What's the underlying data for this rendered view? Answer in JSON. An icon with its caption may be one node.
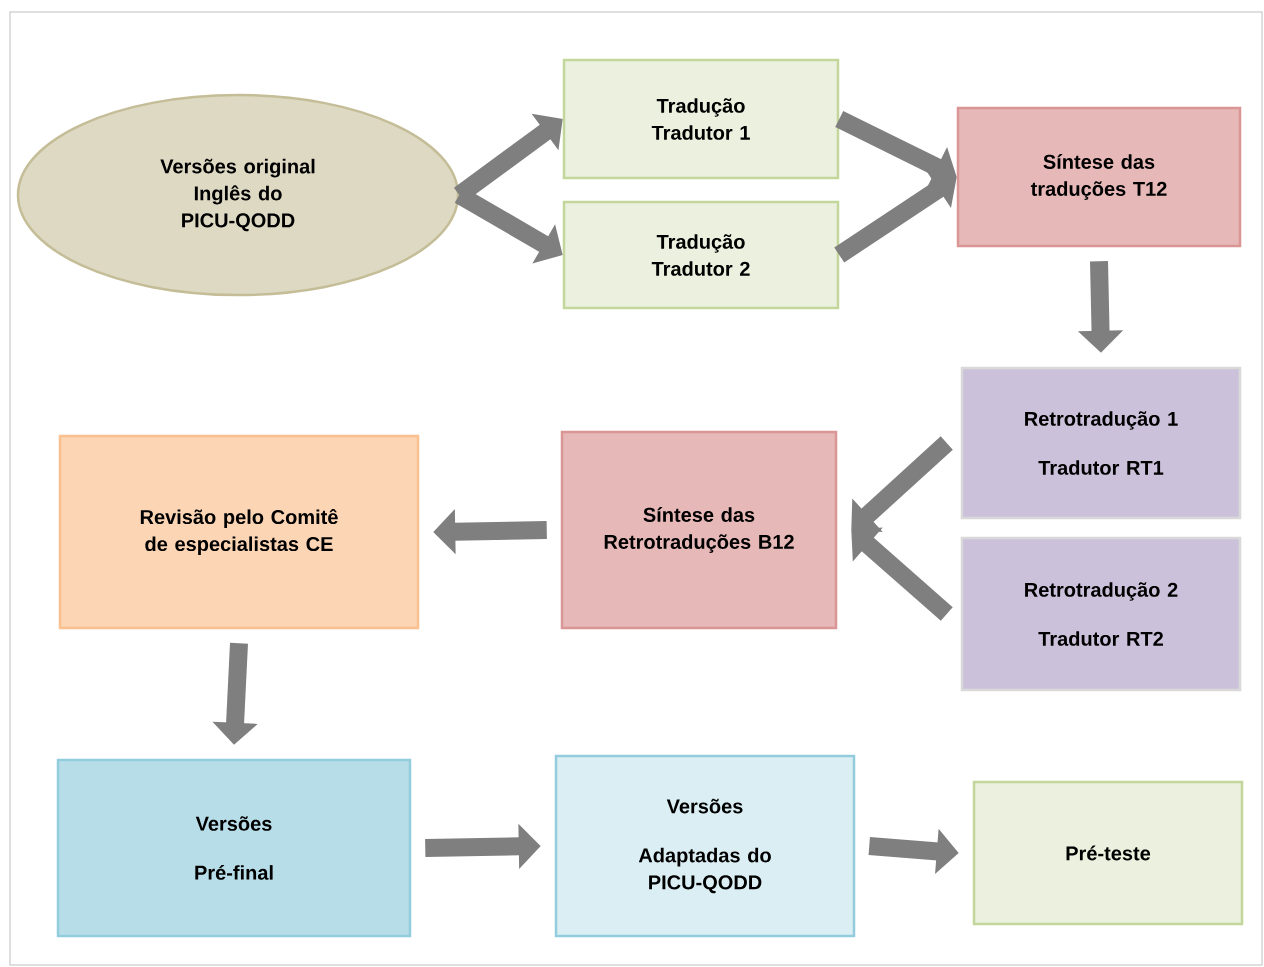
{
  "diagram": {
    "nodes": [
      {
        "text": [
          "Versões original Inglês do PICU-QODD"
        ]
      },
      {
        "text": [
          "Tradução Tradutor 1"
        ]
      },
      {
        "text": [
          "Tradução Tradutor 2"
        ]
      },
      {
        "text": [
          "Síntese das traduções T12"
        ]
      },
      {
        "text": [
          "Retrotradução 1",
          "Tradutor RT1"
        ]
      },
      {
        "text": [
          "Retrotradução 2",
          "Tradutor RT2"
        ]
      },
      {
        "text": [
          "Síntese das Retrotraduções B12"
        ]
      },
      {
        "text": [
          "Revisão pelo Comitê de especialistas CE"
        ]
      },
      {
        "text": [
          "Versões",
          "Pré-final"
        ]
      },
      {
        "text": [
          "Versões",
          "Adaptadas do PICU-QODD"
        ]
      },
      {
        "text": [
          "Pré-teste"
        ]
      }
    ],
    "edges": [
      {
        "from": 0,
        "to": 1,
        "arrow": "to"
      },
      {
        "from": 0,
        "to": 2,
        "arrow": "to"
      },
      {
        "from": 1,
        "to": 3,
        "arrow": "to"
      },
      {
        "from": 2,
        "to": 3,
        "arrow": "to"
      },
      {
        "from": 3,
        "to": 4,
        "arrow": "to"
      },
      {
        "from": 4,
        "to": 6,
        "arrow": "to"
      },
      {
        "from": 5,
        "to": 6,
        "arrow": "to"
      },
      {
        "from": 6,
        "to": 7,
        "arrow": "to"
      },
      {
        "from": 7,
        "to": 8,
        "arrow": "to"
      },
      {
        "from": 8,
        "to": 9,
        "arrow": "to"
      },
      {
        "from": 9,
        "to": 10,
        "arrow": "to"
      }
    ]
  }
}
